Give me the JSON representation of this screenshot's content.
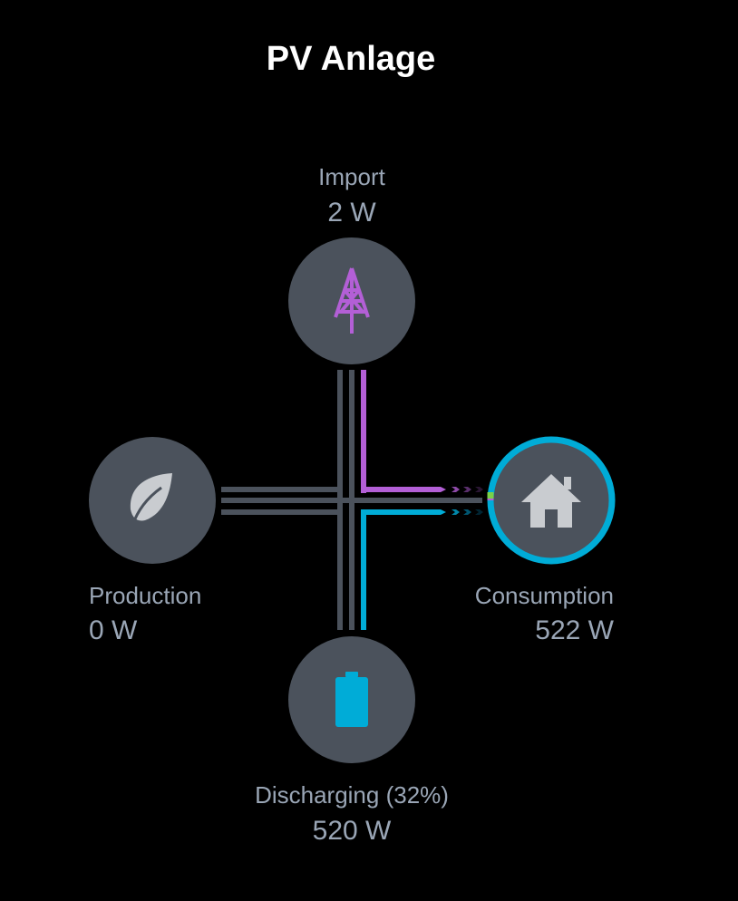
{
  "title": "PV Anlage",
  "nodes": {
    "import": {
      "label": "Import",
      "value": "2 W",
      "icon": "transmission-tower-icon"
    },
    "production": {
      "label": "Production",
      "value": "0 W",
      "icon": "leaf-icon"
    },
    "consumption": {
      "label": "Consumption",
      "value": "522 W",
      "icon": "home-icon"
    },
    "battery": {
      "label": "Discharging (32%)",
      "value": "520 W",
      "icon": "battery-icon"
    }
  },
  "colors": {
    "grid": "#b35fd6",
    "battery": "#00acd7",
    "solar": "#7bd148",
    "node": "#4b525c",
    "line": "#4b525c",
    "text": "#9aa6b6"
  }
}
